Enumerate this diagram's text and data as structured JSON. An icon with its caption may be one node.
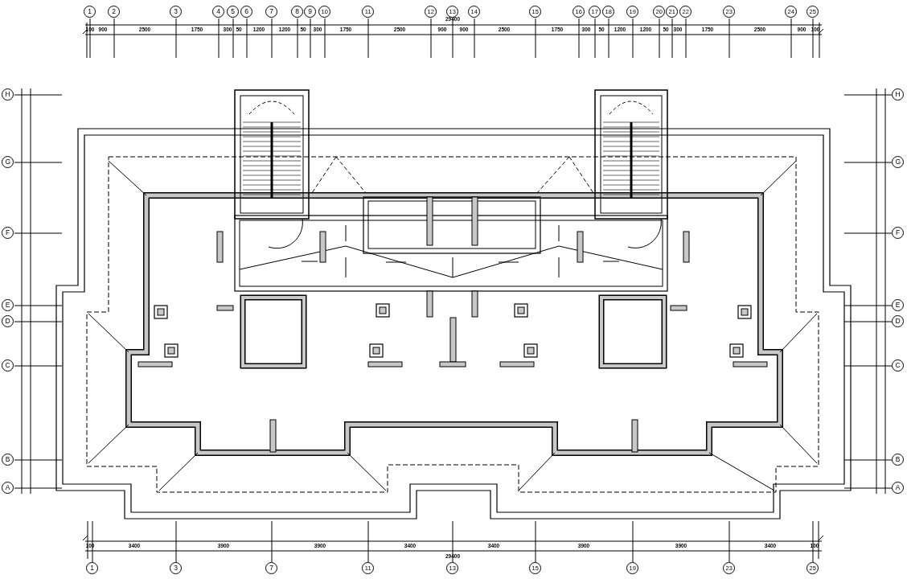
{
  "diagram": {
    "nodes": [
      {
        "text": [
          "1"
        ]
      },
      {
        "text": [
          "2"
        ]
      },
      {
        "text": [
          "3"
        ]
      },
      {
        "text": [
          "4"
        ]
      },
      {
        "text": [
          "5"
        ]
      },
      {
        "text": [
          "6"
        ]
      },
      {
        "text": [
          "7"
        ]
      },
      {
        "text": [
          "8"
        ]
      },
      {
        "text": [
          "9"
        ]
      },
      {
        "text": [
          "10"
        ]
      },
      {
        "text": [
          "11"
        ]
      },
      {
        "text": [
          "12"
        ]
      },
      {
        "text": [
          "13"
        ]
      },
      {
        "text": [
          "14"
        ]
      },
      {
        "text": [
          "15"
        ]
      },
      {
        "text": [
          "16"
        ]
      },
      {
        "text": [
          "17"
        ]
      },
      {
        "text": [
          "18"
        ]
      },
      {
        "text": [
          "19"
        ]
      },
      {
        "text": [
          "20"
        ]
      },
      {
        "text": [
          "21"
        ]
      },
      {
        "text": [
          "22"
        ]
      },
      {
        "text": [
          "23"
        ]
      },
      {
        "text": [
          "24"
        ]
      },
      {
        "text": [
          "25"
        ]
      },
      {
        "text": [
          "H"
        ]
      },
      {
        "text": [
          "G"
        ]
      },
      {
        "text": [
          "F"
        ]
      },
      {
        "text": [
          "E"
        ]
      },
      {
        "text": [
          "D"
        ]
      },
      {
        "text": [
          "C"
        ]
      },
      {
        "text": [
          "B"
        ]
      },
      {
        "text": [
          "A"
        ]
      },
      {
        "text": [
          "H"
        ]
      },
      {
        "text": [
          "G"
        ]
      },
      {
        "text": [
          "F"
        ]
      },
      {
        "text": [
          "E"
        ]
      },
      {
        "text": [
          "D"
        ]
      },
      {
        "text": [
          "C"
        ]
      },
      {
        "text": [
          "B"
        ]
      },
      {
        "text": [
          "A"
        ]
      },
      {
        "text": [
          "1"
        ]
      },
      {
        "text": [
          "3"
        ]
      },
      {
        "text": [
          "7"
        ]
      },
      {
        "text": [
          "11"
        ]
      },
      {
        "text": [
          "13"
        ]
      },
      {
        "text": [
          "15"
        ]
      },
      {
        "text": [
          "19"
        ]
      },
      {
        "text": [
          "23"
        ]
      },
      {
        "text": [
          "25"
        ]
      }
    ],
    "labels": [
      "29400",
      "100",
      "900",
      "2500",
      "1750",
      "300",
      "50",
      "1200",
      "1200",
      "50",
      "300",
      "1750",
      "2500",
      "900",
      "900",
      "2500",
      "1750",
      "300",
      "50",
      "1200",
      "1200",
      "50",
      "300",
      "1750",
      "2500",
      "900",
      "100",
      "100",
      "3400",
      "3900",
      "3900",
      "3400",
      "3400",
      "3900",
      "3900",
      "3400",
      "100",
      "29400"
    ]
  }
}
